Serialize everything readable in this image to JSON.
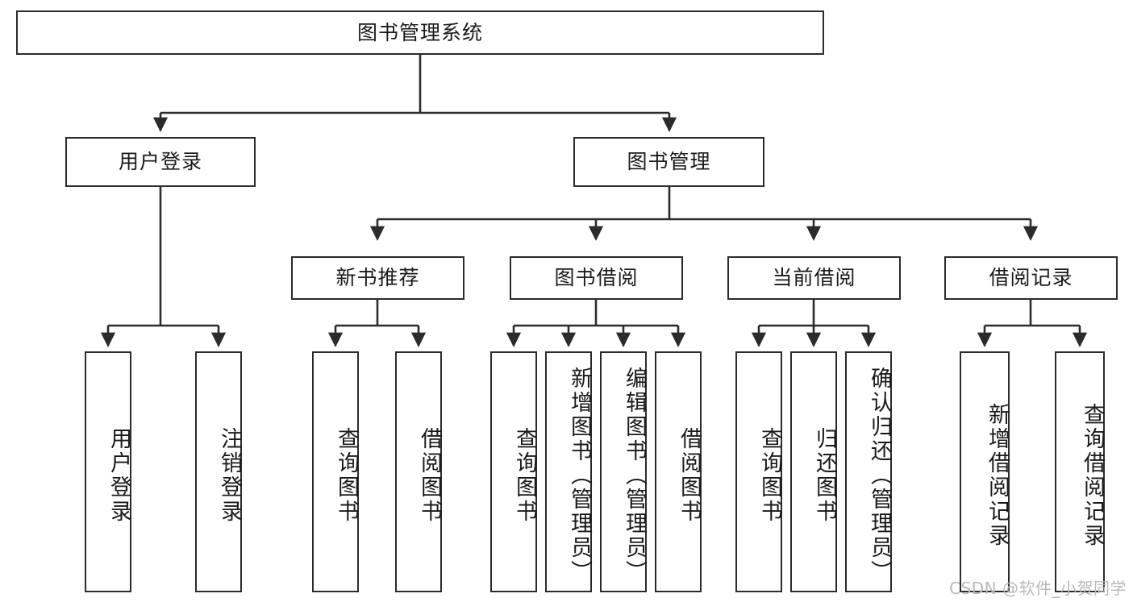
{
  "diagram": {
    "title": "图书管理系统",
    "type": "function-structure-tree",
    "watermark": "CSDN @软件_小贺同学",
    "colors": {
      "box_border": "#2b2b2b",
      "box_fill": "#ffffff",
      "line": "#2b2b2b",
      "text": "#1a1a1a",
      "watermark": "#b9b9b9",
      "background": "#ffffff"
    },
    "root": {
      "id": "root",
      "label": "图书管理系统",
      "orientation": "horizontal"
    },
    "level2": [
      {
        "id": "user-login",
        "label": "用户登录",
        "orientation": "horizontal"
      },
      {
        "id": "book-manage",
        "label": "图书管理",
        "orientation": "horizontal"
      }
    ],
    "level3": [
      {
        "id": "new-book-recommend",
        "label": "新书推荐",
        "orientation": "horizontal",
        "parent": "book-manage"
      },
      {
        "id": "book-borrow",
        "label": "图书借阅",
        "orientation": "horizontal",
        "parent": "book-manage"
      },
      {
        "id": "current-borrow",
        "label": "当前借阅",
        "orientation": "horizontal",
        "parent": "book-manage"
      },
      {
        "id": "borrow-record",
        "label": "借阅记录",
        "orientation": "horizontal",
        "parent": "book-manage"
      }
    ],
    "leaves": [
      {
        "id": "leaf-user-login",
        "label": "用户登录",
        "parent": "user-login"
      },
      {
        "id": "leaf-user-logout",
        "label": "注销登录",
        "parent": "user-login"
      },
      {
        "id": "leaf-query-book-rec",
        "label": "查询图书",
        "parent": "new-book-recommend"
      },
      {
        "id": "leaf-borrow-book-rec",
        "label": "借阅图书",
        "parent": "new-book-recommend"
      },
      {
        "id": "leaf-query-book-borrow",
        "label": "查询图书",
        "parent": "book-borrow"
      },
      {
        "id": "leaf-add-book-admin",
        "label": "新增图书（管理员）",
        "parent": "book-borrow"
      },
      {
        "id": "leaf-edit-book-admin",
        "label": "编辑图书（管理员）",
        "parent": "book-borrow"
      },
      {
        "id": "leaf-borrow-book",
        "label": "借阅图书",
        "parent": "book-borrow"
      },
      {
        "id": "leaf-query-book-current",
        "label": "查询图书",
        "parent": "current-borrow"
      },
      {
        "id": "leaf-return-book",
        "label": "归还图书",
        "parent": "current-borrow"
      },
      {
        "id": "leaf-confirm-return-admin",
        "label": "确认归还（管理员）",
        "parent": "current-borrow"
      },
      {
        "id": "leaf-add-borrow-record",
        "label": "新增借阅记录",
        "parent": "borrow-record"
      },
      {
        "id": "leaf-query-borrow-record",
        "label": "查询借阅记录",
        "parent": "borrow-record"
      }
    ]
  }
}
